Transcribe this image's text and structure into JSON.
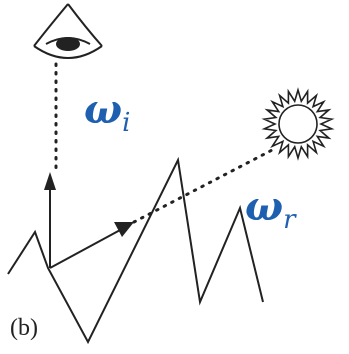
{
  "figure": {
    "panel_label": "(b)",
    "omega_i": {
      "base": "ω",
      "sub": "i"
    },
    "omega_r": {
      "base": "ω",
      "sub": "r"
    }
  },
  "colors": {
    "label_blue": "#1f5fb0",
    "ink": "#222222"
  },
  "icons": [
    "eye-icon",
    "sun-icon"
  ]
}
